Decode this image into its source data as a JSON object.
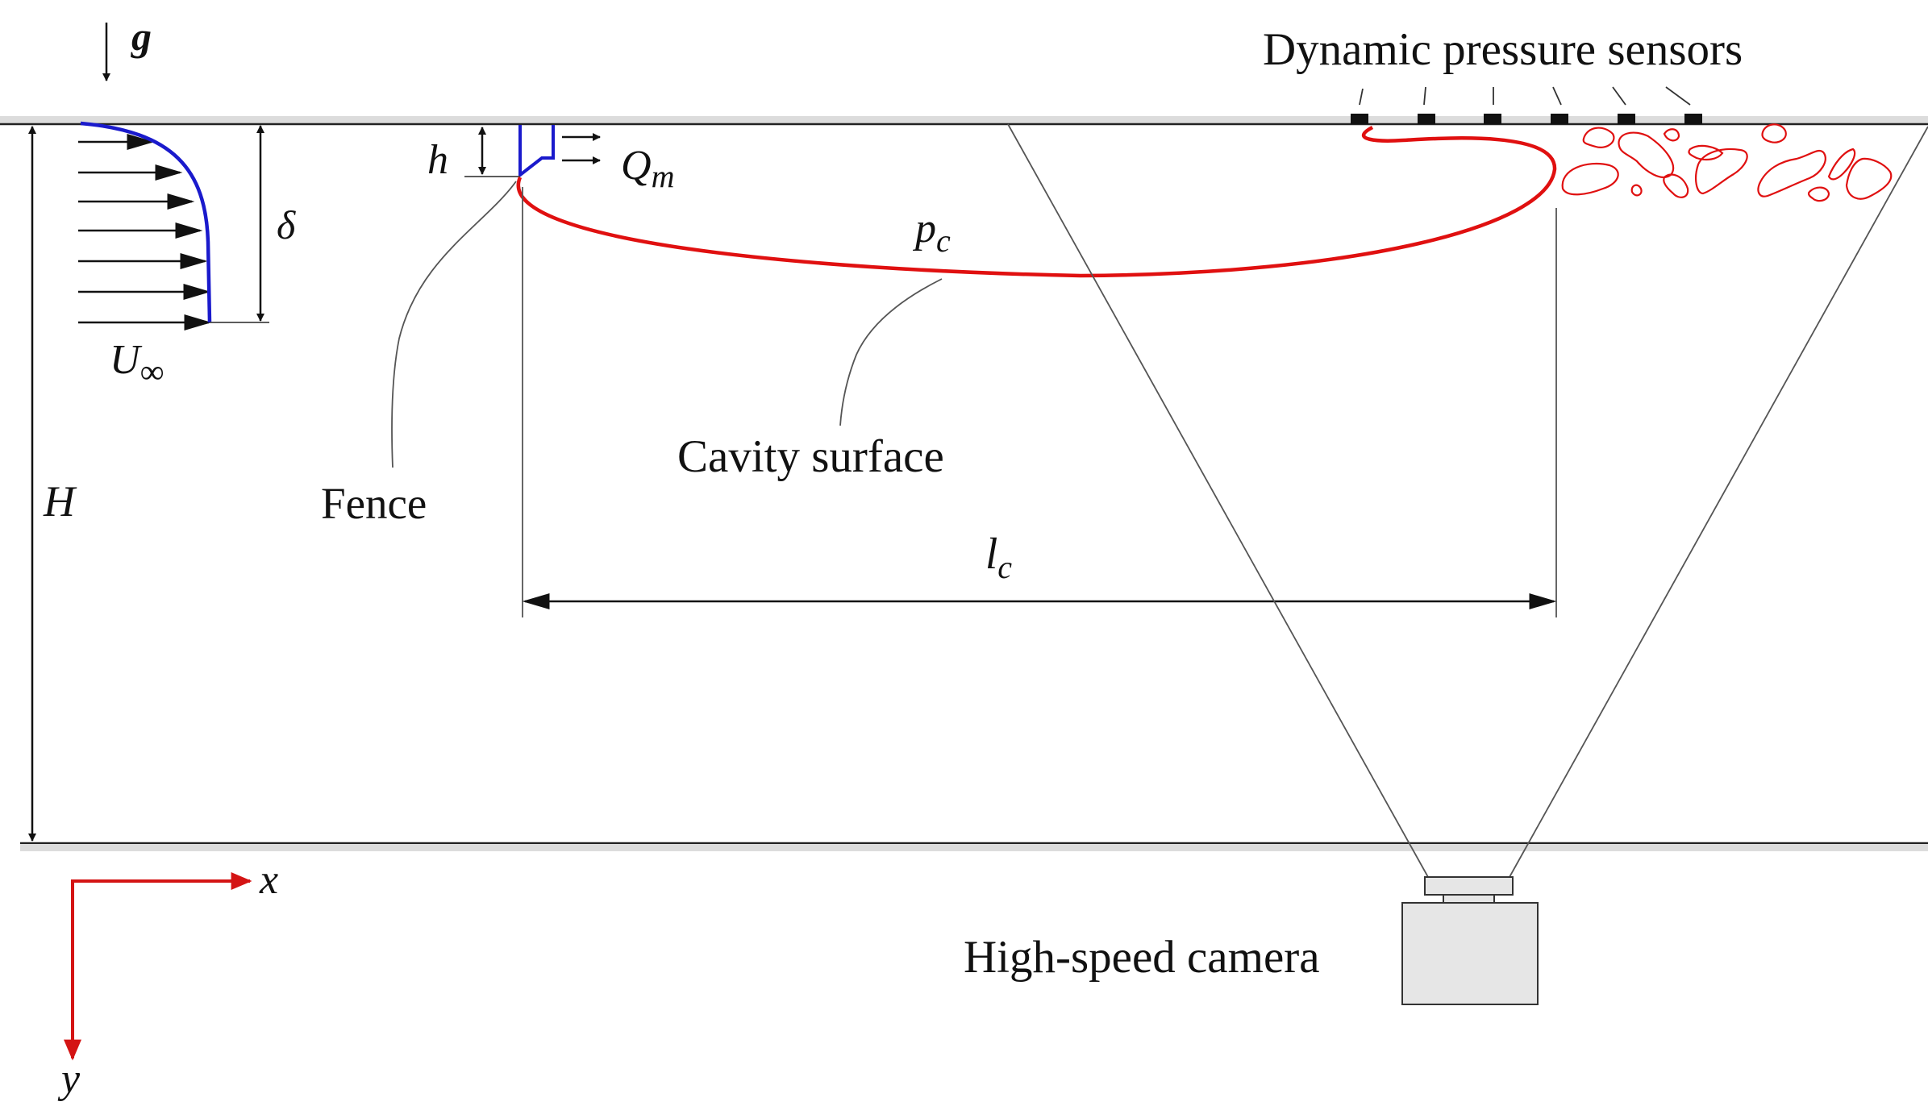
{
  "labels": {
    "gravity": "g",
    "sensors": "Dynamic pressure sensors",
    "fence_height": "h",
    "mass_flow": "Q",
    "mass_flow_sub": "m",
    "boundary_layer": "δ",
    "free_stream": "U",
    "free_stream_sub": "∞",
    "cavity_pressure": "p",
    "cavity_pressure_sub": "c",
    "fence": "Fence",
    "cavity_surface": "Cavity surface",
    "channel_height": "H",
    "cavity_length": "l",
    "cavity_length_sub": "c",
    "camera": "High-speed camera",
    "x_axis": "x",
    "y_axis": "y"
  },
  "colors": {
    "cavity": "#e01010",
    "profile": "#1a1acc",
    "fence": "#1a1acc",
    "axes": "#d41414",
    "wall": "#dcdcdc",
    "ink": "#111111",
    "camera": "#e6e6e6"
  },
  "sensor_count": 6
}
